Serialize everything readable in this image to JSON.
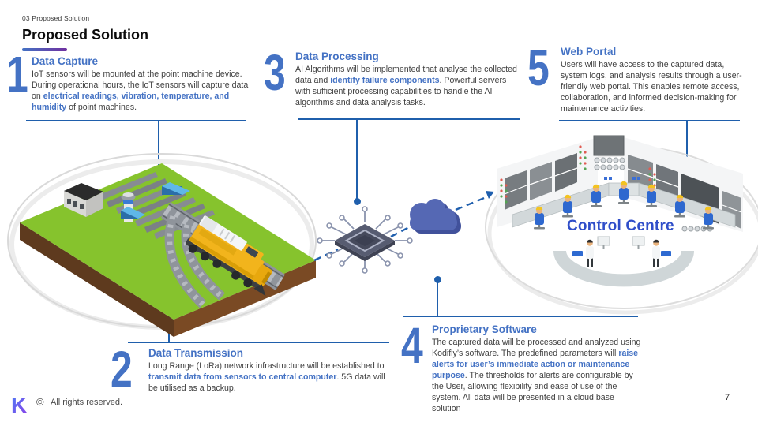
{
  "slide": {
    "kicker": "03 Proposed Solution",
    "title": "Proposed Solution",
    "page_number": "7",
    "footer": {
      "logo_letter": "K",
      "copyright_symbol": "©",
      "rights": "All rights reserved."
    }
  },
  "colors": {
    "accent_blue": "#4472C4",
    "connector_blue": "#1F5FAC",
    "control_label_blue": "#2F4EC9",
    "title_rule_gradient_start": "#4472C4",
    "title_rule_gradient_end": "#7030A0",
    "body_text": "#3f3f3f"
  },
  "sections": [
    {
      "number": "1",
      "heading": "Data Capture",
      "segments": [
        {
          "t": "IoT sensors will be mounted at the point machine device. During operational hours, the IoT sensors will capture data on ",
          "h": false
        },
        {
          "t": "electrical readings, vibration, temperature, and humidity",
          "h": true
        },
        {
          "t": " of point machines.",
          "h": false
        }
      ]
    },
    {
      "number": "2",
      "heading": "Data Transmission",
      "segments": [
        {
          "t": "Long Range (LoRa) network infrastructure will be established to ",
          "h": false
        },
        {
          "t": "transmit data from sensors to central computer",
          "h": true
        },
        {
          "t": ". 5G data will be utilised as a backup.",
          "h": false
        }
      ]
    },
    {
      "number": "3",
      "heading": "Data Processing",
      "segments": [
        {
          "t": "AI Algorithms will be implemented that analyse the collected data and ",
          "h": false
        },
        {
          "t": "identify failure components",
          "h": true
        },
        {
          "t": ". Powerful servers with sufficient processing capabilities to handle the AI algorithms and data analysis tasks.",
          "h": false
        }
      ]
    },
    {
      "number": "4",
      "heading": "Proprietary Software",
      "segments": [
        {
          "t": "The captured data will be processed and analyzed using Kodifly’s software. The predefined parameters will ",
          "h": false
        },
        {
          "t": "raise alerts for user’s immediate action or maintenance purpose",
          "h": true
        },
        {
          "t": ". The thresholds for alerts are configurable by the User, allowing flexibility and ease of use of the system. All data will be presented in a cloud base solution",
          "h": false
        }
      ]
    },
    {
      "number": "5",
      "heading": "Web Portal",
      "segments": [
        {
          "t": "Users will have access to the captured data, system logs, and analysis results through a user-friendly web portal. This enables remote access, collaboration, and informed decision-making for maintenance activities.",
          "h": false
        }
      ]
    }
  ],
  "diagram": {
    "control_centre_label": "Control Centre",
    "icons": [
      "train-yard-illustration",
      "cpu-chip-icon",
      "cloud-icon",
      "control-centre-illustration"
    ]
  }
}
